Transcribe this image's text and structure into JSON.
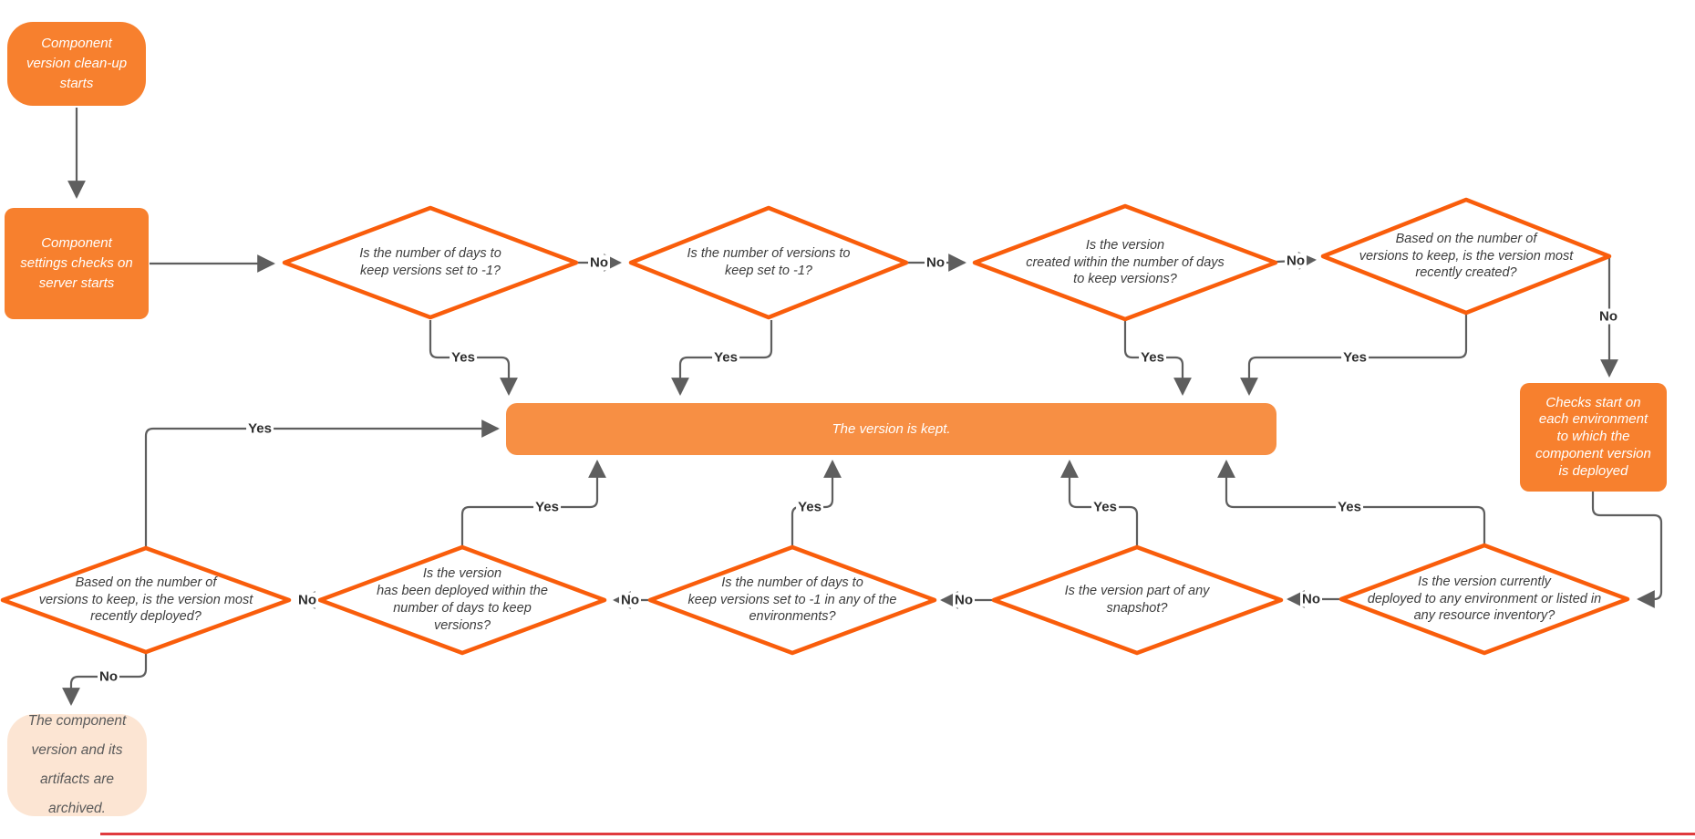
{
  "diagram": {
    "title": "Component version clean-up flowchart",
    "colors": {
      "node_fill": "#F7802E",
      "bar_fill": "#F78F44",
      "archived_fill": "#FCE5D3",
      "diamond_stroke": "#F95D0B",
      "edge": "#5E5E5E",
      "bottom_rule": "#E03A3E"
    },
    "nodes": {
      "start": {
        "text": "Component\nversion clean-up\nstarts"
      },
      "settings": {
        "text": "Component\nsettings checks on\nserver starts"
      },
      "days_to_keep": {
        "text": "Is the number of days to\nkeep versions set to -1?"
      },
      "versions_to_keep": {
        "text": "Is the number of versions to\nkeep set to -1?"
      },
      "created_within": {
        "text": "Is the version\ncreated within the number of days\nto keep versions?"
      },
      "recently_created": {
        "text": "Based on the number of\nversions to keep, is the version most\nrecently created?"
      },
      "kept": {
        "text": "The version is kept."
      },
      "env_checks": {
        "text": "Checks start on\neach environment\nto which the\ncomponent version\nis deployed"
      },
      "recently_deployed": {
        "text": "Based on the number of\nversions to keep, is the version most\nrecently deployed?"
      },
      "deployed_within": {
        "text": "Is the version\nhas been deployed within the\nnumber of days to keep\nversions?"
      },
      "days_env": {
        "text": "Is the number of days to\nkeep versions set to -1 in any of the\nenvironments?"
      },
      "snapshot": {
        "text": "Is the version part of any\nsnapshot?"
      },
      "currently_deployed": {
        "text": "Is the version currently\ndeployed to any environment or listed in\nany resource  inventory?"
      },
      "archived": {
        "text": "The component\nversion and its\nartifacts are\narchived."
      }
    },
    "labels": {
      "yes": "Yes",
      "no": "No"
    }
  }
}
